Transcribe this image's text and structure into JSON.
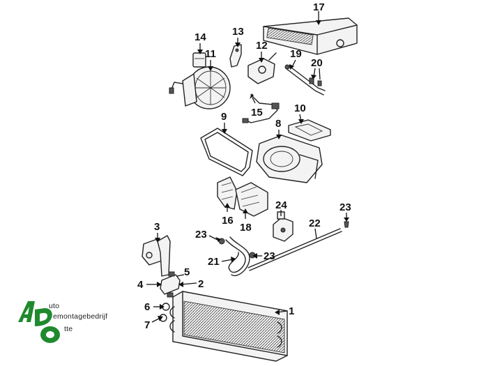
{
  "diagram": {
    "callouts": [
      "1",
      "2",
      "3",
      "4",
      "5",
      "6",
      "7",
      "8",
      "9",
      "10",
      "11",
      "12",
      "13",
      "14",
      "15",
      "16",
      "17",
      "18",
      "19",
      "20",
      "21",
      "22",
      "23",
      "23",
      "23",
      "24"
    ]
  },
  "logo": {
    "line1": "uto",
    "line2": "emontagebedrijf",
    "line3": "tte",
    "brand_color": "#1f8a2e"
  }
}
